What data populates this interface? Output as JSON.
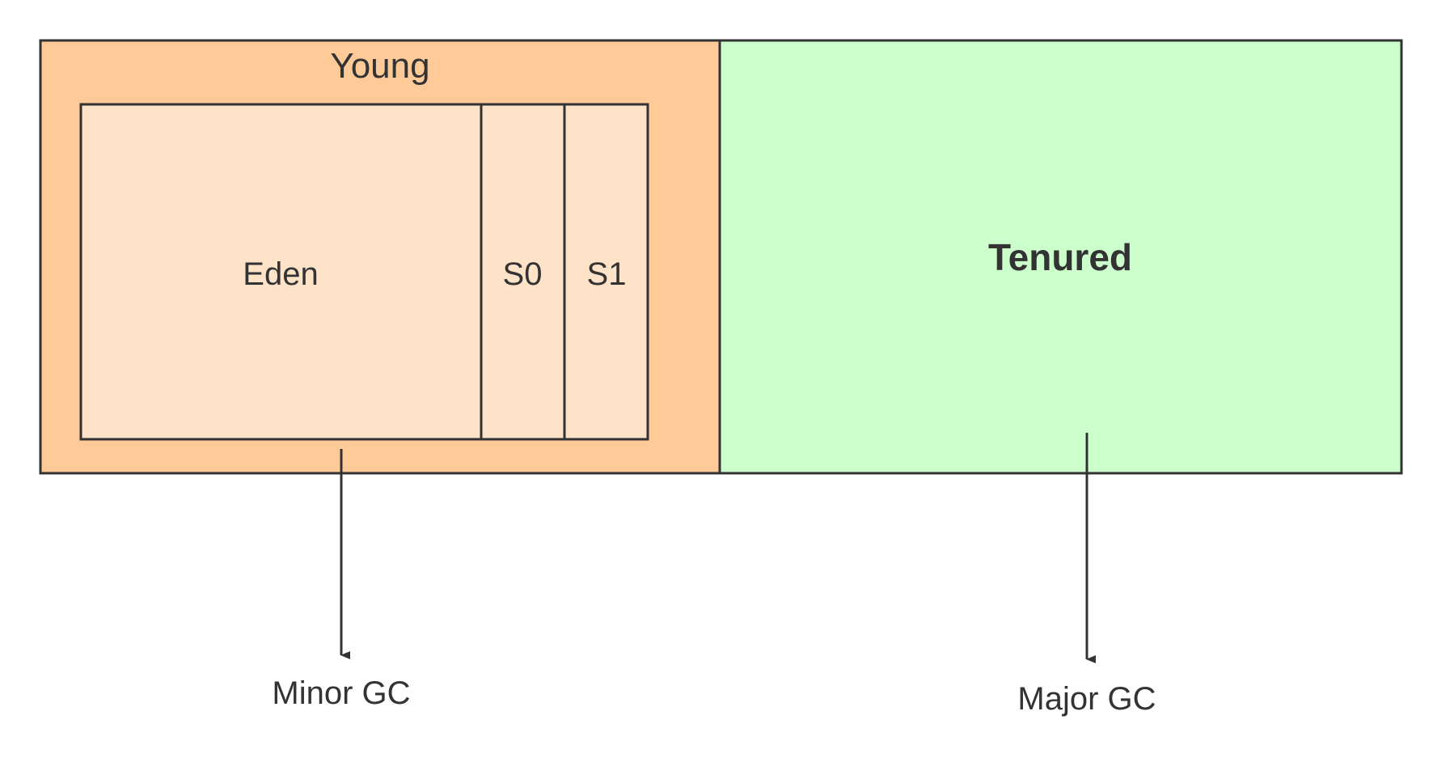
{
  "diagram": {
    "young": {
      "label": "Young"
    },
    "eden": {
      "label": "Eden"
    },
    "survivor_0": {
      "label": "S0"
    },
    "survivor_1": {
      "label": "S1"
    },
    "tenured": {
      "label": "Tenured"
    },
    "minor_gc": {
      "label": "Minor GC"
    },
    "major_gc": {
      "label": "Major GC"
    }
  },
  "colors": {
    "young_fill": "#fdca98",
    "inner_fill": "#fee3c9",
    "tenured_fill": "#ccffcc",
    "stroke": "#333333"
  }
}
